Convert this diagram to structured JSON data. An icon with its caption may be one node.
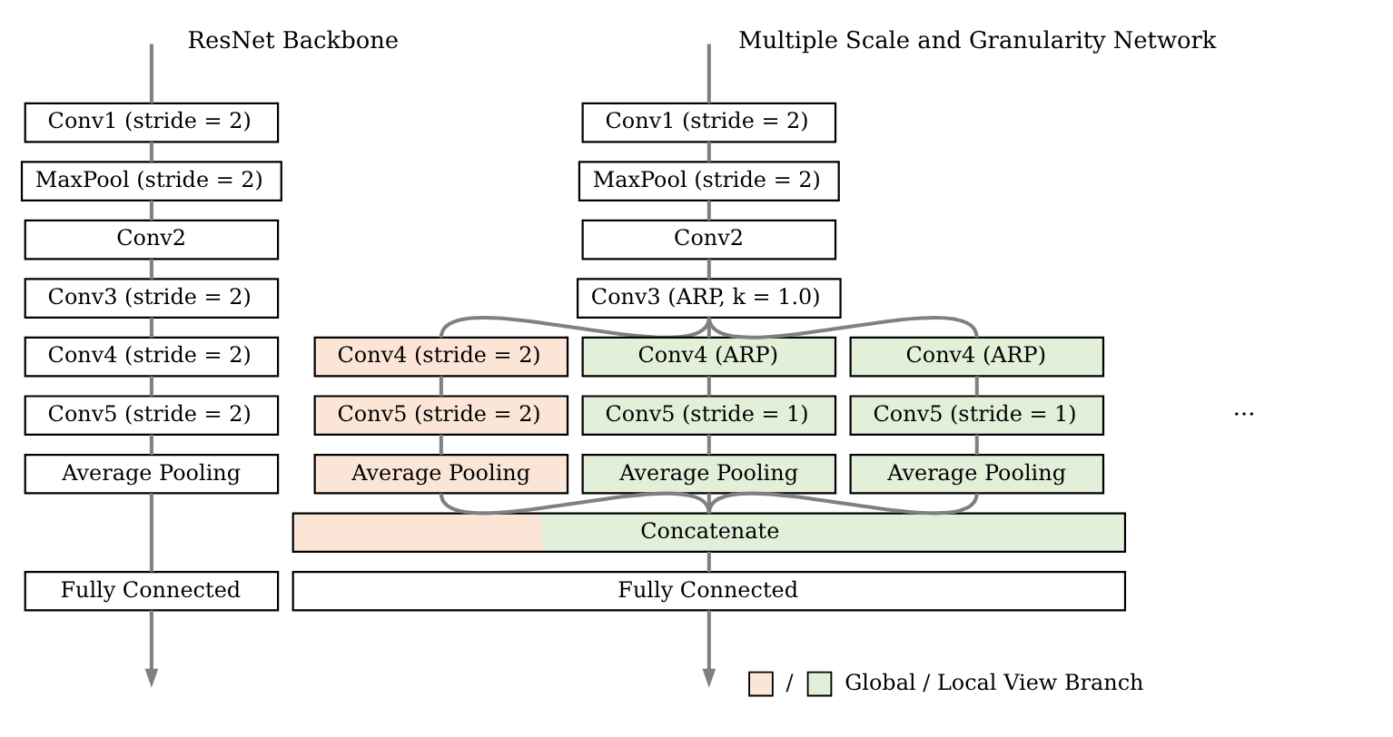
{
  "diagram": {
    "nodes": [
      {
        "text": [
          "Conv1 (stride = 2)"
        ]
      },
      {
        "text": [
          "MaxPool (stride = 2)"
        ]
      },
      {
        "text": [
          "Conv2"
        ]
      },
      {
        "text": [
          "Conv3 (stride = 2)"
        ]
      },
      {
        "text": [
          "Conv4 (stride = 2)"
        ]
      },
      {
        "text": [
          "Conv5 (stride = 2)"
        ]
      },
      {
        "text": [
          "Average Pooling"
        ]
      },
      {
        "text": [
          "Fully Connected"
        ]
      },
      {
        "text": [
          "Conv1 (stride = 2)"
        ]
      },
      {
        "text": [
          "MaxPool (stride = 2)"
        ]
      },
      {
        "text": [
          "Conv2"
        ]
      },
      {
        "text": [
          "Conv3 (ARP, k = 1.0)"
        ]
      },
      {
        "text": [
          "Conv4 (stride = 2)"
        ]
      },
      {
        "text": [
          "Conv4 (ARP)"
        ]
      },
      {
        "text": [
          "Conv4 (ARP)"
        ]
      },
      {
        "text": [
          "Conv5 (stride = 2)"
        ]
      },
      {
        "text": [
          "Conv5 (stride = 1)"
        ]
      },
      {
        "text": [
          "Conv5 (stride = 1)"
        ]
      },
      {
        "text": [
          "Average Pooling"
        ]
      },
      {
        "text": [
          "Average Pooling"
        ]
      },
      {
        "text": [
          "Average Pooling"
        ]
      },
      {
        "text": [
          "Concatenate"
        ]
      },
      {
        "text": [
          "Fully Connected"
        ]
      }
    ],
    "edges": [
      {
        "from": null,
        "to": 0,
        "arrow": "none"
      },
      {
        "from": 0,
        "to": 1,
        "arrow": "none"
      },
      {
        "from": 1,
        "to": 2,
        "arrow": "none"
      },
      {
        "from": 2,
        "to": 3,
        "arrow": "none"
      },
      {
        "from": 3,
        "to": 4,
        "arrow": "none"
      },
      {
        "from": 4,
        "to": 5,
        "arrow": "none"
      },
      {
        "from": 5,
        "to": 6,
        "arrow": "none"
      },
      {
        "from": 6,
        "to": 7,
        "arrow": "none"
      },
      {
        "from": 7,
        "to": null,
        "arrow": "to"
      },
      {
        "from": null,
        "to": 8,
        "arrow": "none"
      },
      {
        "from": 8,
        "to": 9,
        "arrow": "none"
      },
      {
        "from": 9,
        "to": 10,
        "arrow": "none"
      },
      {
        "from": 10,
        "to": 11,
        "arrow": "none"
      },
      {
        "from": 11,
        "to": 12,
        "arrow": "none"
      },
      {
        "from": 11,
        "to": 13,
        "arrow": "none"
      },
      {
        "from": 11,
        "to": 14,
        "arrow": "none"
      },
      {
        "from": 12,
        "to": 15,
        "arrow": "none"
      },
      {
        "from": 13,
        "to": 16,
        "arrow": "none"
      },
      {
        "from": 14,
        "to": 17,
        "arrow": "none"
      },
      {
        "from": 15,
        "to": 18,
        "arrow": "none"
      },
      {
        "from": 16,
        "to": 19,
        "arrow": "none"
      },
      {
        "from": 17,
        "to": 20,
        "arrow": "none"
      },
      {
        "from": 18,
        "to": 21,
        "arrow": "none"
      },
      {
        "from": 19,
        "to": 21,
        "arrow": "none"
      },
      {
        "from": 20,
        "to": 21,
        "arrow": "none"
      },
      {
        "from": 21,
        "to": 22,
        "arrow": "none"
      },
      {
        "from": 22,
        "to": null,
        "arrow": "to"
      }
    ],
    "labels": [
      "ResNet Backbone",
      "Multiple Scale and Granularity Network",
      "···"
    ],
    "legend": [
      {
        "text": "/",
        "color": "#fbe5d6"
      },
      {
        "text": "Global / Local View Branch",
        "color": "#e2efd9"
      }
    ]
  }
}
